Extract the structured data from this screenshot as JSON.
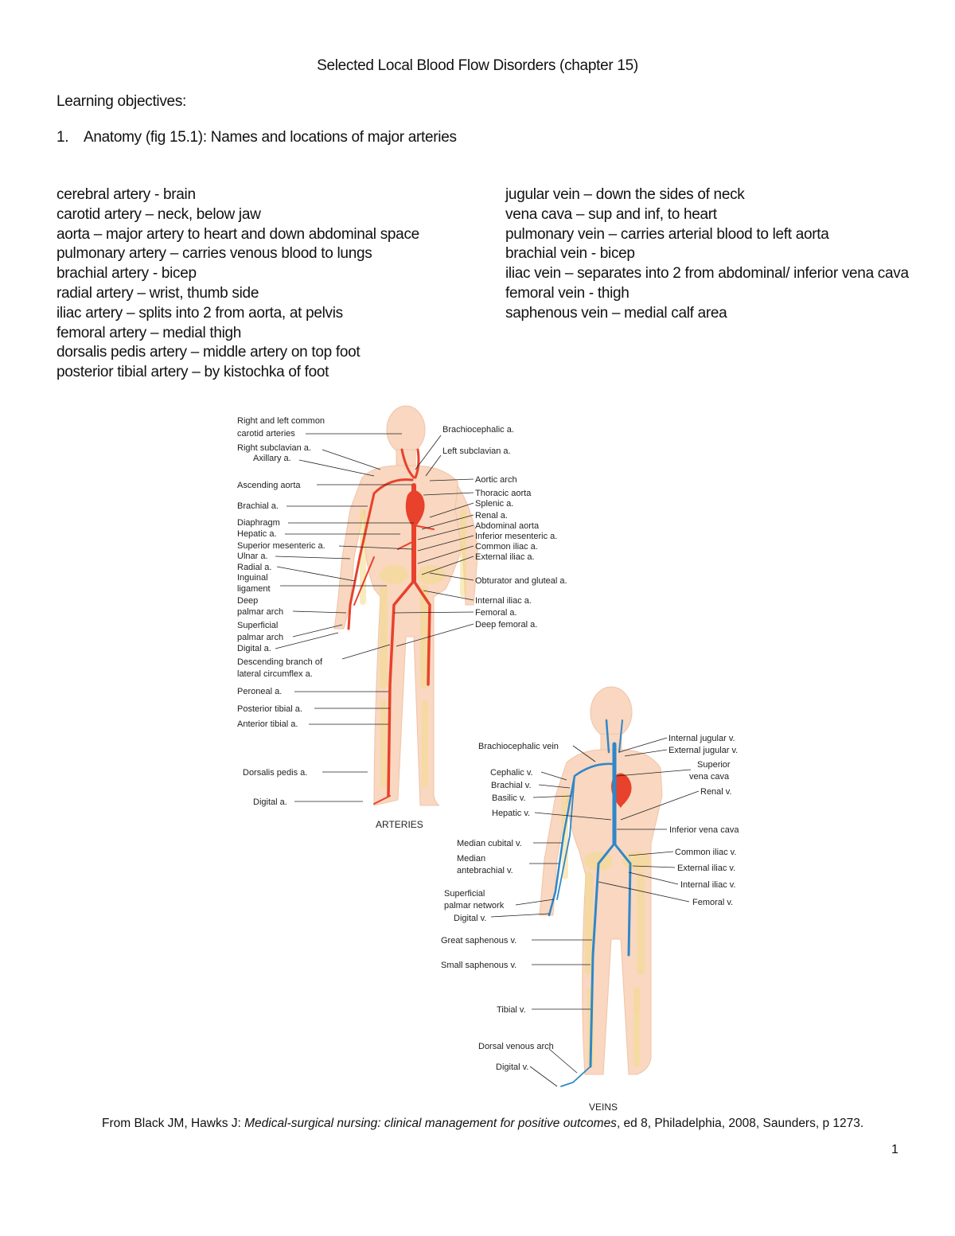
{
  "title": "Selected Local Blood Flow Disorders (chapter 15)",
  "objectives_heading": "Learning objectives:",
  "objective": {
    "number": "1.",
    "text": "Anatomy (fig 15.1):  Names and locations of major arteries"
  },
  "arteries_list": [
    "cerebral artery - brain",
    "carotid artery – neck, below jaw",
    "aorta – major artery to heart and down abdominal space",
    "pulmonary artery – carries venous blood to lungs",
    "brachial artery - bicep",
    "radial artery – wrist, thumb side",
    "iliac artery – splits into 2 from aorta, at pelvis",
    "femoral artery – medial thigh",
    "dorsalis pedis artery – middle artery on top foot",
    "posterior tibial artery – by kistochka of foot"
  ],
  "veins_list": [
    "jugular vein – down the sides of neck",
    "vena cava – sup and inf, to heart",
    "pulmonary vein – carries arterial blood to left aorta",
    "brachial vein - bicep",
    "iliac vein – separates into 2 from abdominal/ inferior vena cava",
    "femoral vein - thigh",
    "saphenous vein – medial calf area"
  ],
  "figure": {
    "arteries_caption": "ARTERIES",
    "veins_caption": "VEINS",
    "artery_labels_left": [
      "Right and left common",
      "carotid arteries",
      "Right subclavian a.",
      "Axillary a.",
      "Ascending aorta",
      "Brachial a.",
      "Diaphragm",
      "Hepatic a.",
      "Superior mesenteric a.",
      "Ulnar a.",
      "Radial a.",
      "Inguinal",
      "ligament",
      "Deep",
      "palmar arch",
      "Superficial",
      "palmar arch",
      "Digital a.",
      "Descending branch of",
      "lateral circumflex a.",
      "Peroneal a.",
      "Posterior tibial a.",
      "Anterior tibial a.",
      "Dorsalis pedis a.",
      "Digital a."
    ],
    "artery_labels_right": [
      "Brachiocephalic a.",
      "Left subclavian a.",
      "Aortic arch",
      "Thoracic aorta",
      "Splenic a.",
      "Renal a.",
      "Abdominal aorta",
      "Inferior mesenteric a.",
      "Common iliac a.",
      "External iliac a.",
      "Obturator and gluteal a.",
      "Internal iliac a.",
      "Femoral a.",
      "Deep femoral a."
    ],
    "vein_labels_left": [
      "Brachiocephalic vein",
      "Cephalic v.",
      "Brachial v.",
      "Basilic v.",
      "Hepatic v.",
      "Median cubital v.",
      "Median",
      "antebrachial v.",
      "Superficial",
      "palmar network",
      "Digital v.",
      "Great saphenous v.",
      "Small saphenous v.",
      "Tibial v.",
      "Dorsal venous arch",
      "Digital v."
    ],
    "vein_labels_right": [
      "Internal jugular v.",
      "External jugular v.",
      "Superior",
      "vena cava",
      "Renal v.",
      "Inferior vena cava",
      "Common iliac v.",
      "External iliac v.",
      "Internal iliac v.",
      "Femoral v."
    ],
    "colors": {
      "artery": "#e8412c",
      "vein": "#2f87c8",
      "skin": "#f9d7c0",
      "bone": "#f3dc8a"
    }
  },
  "citation": {
    "prefix": "From Black JM, Hawks J: ",
    "book": "Medical-surgical nursing: clinical management for positive outcomes",
    "suffix": ", ed 8, Philadelphia, 2008, Saunders, p 1273."
  },
  "page_number": "1"
}
